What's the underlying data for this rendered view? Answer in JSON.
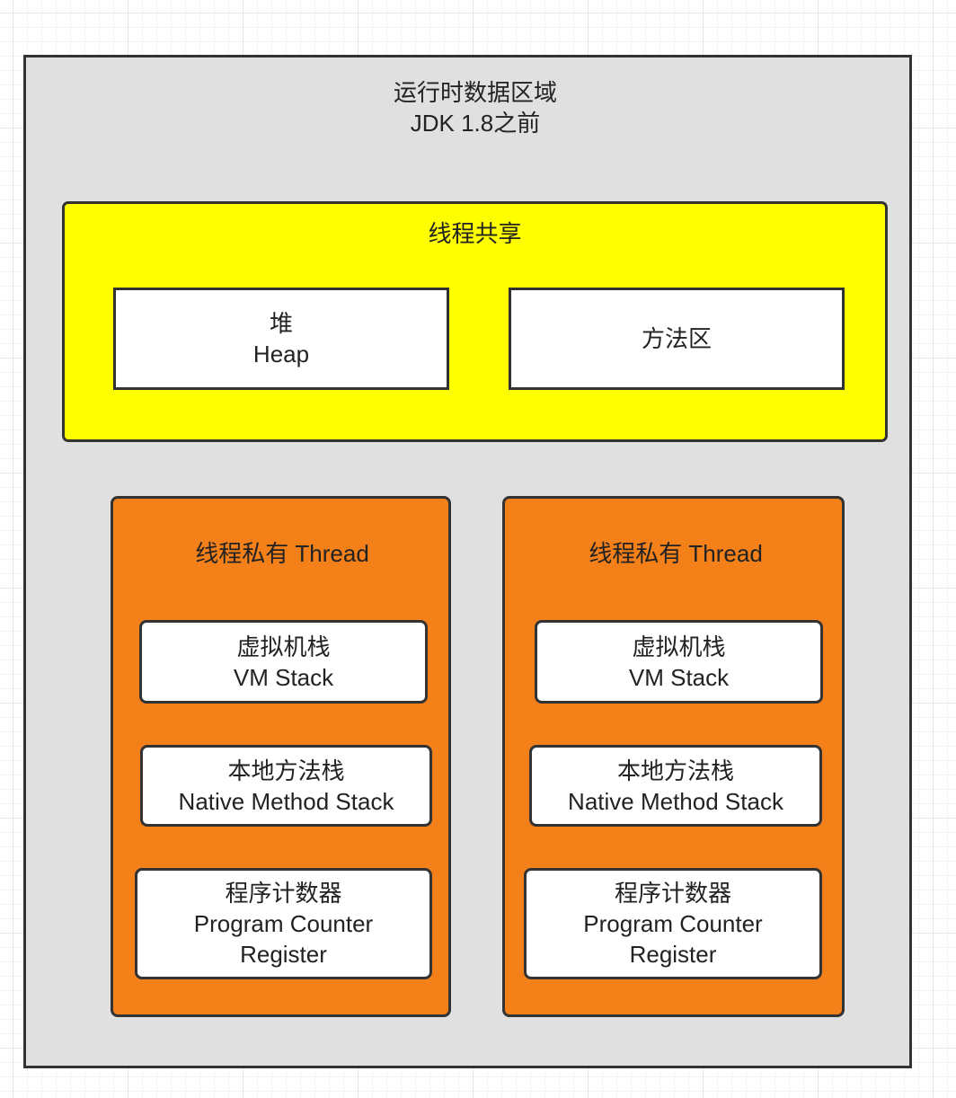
{
  "runtime_data_area": {
    "title_line1": "运行时数据区域",
    "title_line2": "JDK 1.8之前"
  },
  "shared": {
    "title": "线程共享",
    "heap": {
      "line1": "堆",
      "line2": "Heap"
    },
    "method_area": {
      "line1": "方法区"
    }
  },
  "threads": [
    {
      "title": "线程私有 Thread",
      "vm_stack": {
        "line1": "虚拟机栈",
        "line2": "VM Stack"
      },
      "native_stack": {
        "line1": "本地方法栈",
        "line2": "Native Method Stack"
      },
      "pc_register": {
        "line1": "程序计数器",
        "line2": "Program Counter",
        "line3": "Register"
      }
    },
    {
      "title": "线程私有 Thread",
      "vm_stack": {
        "line1": "虚拟机栈",
        "line2": "VM Stack"
      },
      "native_stack": {
        "line1": "本地方法栈",
        "line2": "Native Method Stack"
      },
      "pc_register": {
        "line1": "程序计数器",
        "line2": "Program Counter",
        "line3": "Register"
      }
    }
  ],
  "colors": {
    "outer_fill": "#e0e0e0",
    "shared_fill": "#ffff00",
    "private_fill": "#f4801a",
    "box_fill": "#ffffff",
    "border": "#333333"
  }
}
